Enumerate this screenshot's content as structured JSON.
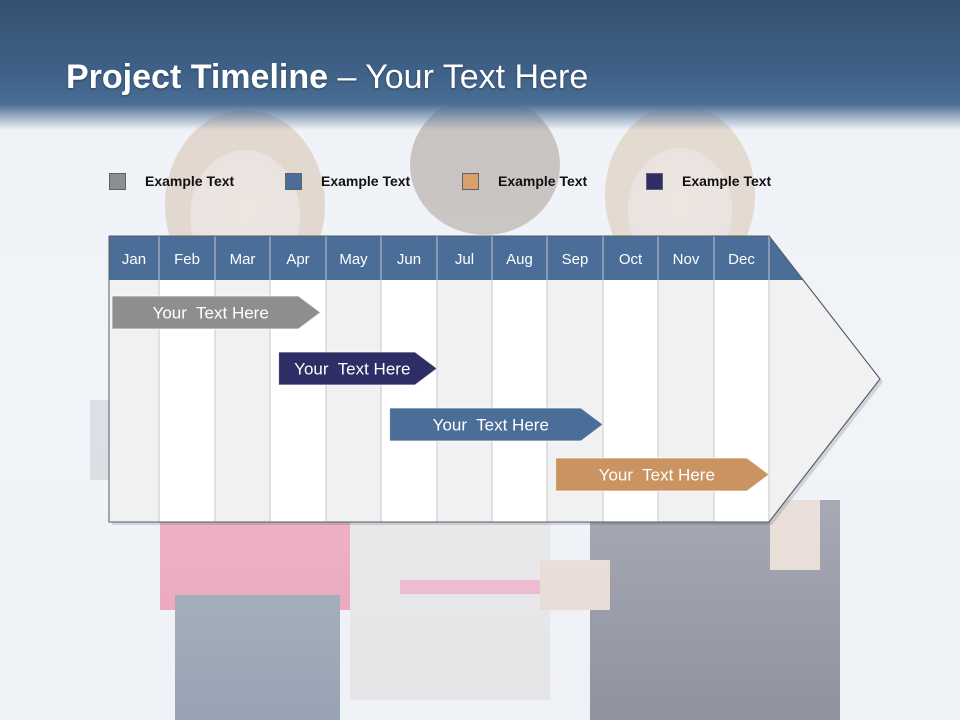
{
  "slide": {
    "title_bold": "Project Timeline",
    "title_rest": " – Your Text Here"
  },
  "colors": {
    "header": "#3f6188",
    "month_band": "#4a6e97",
    "grey_task": "#8e8e8e",
    "navy_task": "#2e2d66",
    "blue_task": "#4a6e97",
    "tan_task": "#c99461"
  },
  "legend": [
    {
      "label": "Example Text",
      "color": "#8e8e8e"
    },
    {
      "label": "Example Text",
      "color": "#4a6e97"
    },
    {
      "label": "Example Text",
      "color": "#d9a06c"
    },
    {
      "label": "Example Text",
      "color": "#2e2d66"
    }
  ],
  "chart_data": {
    "type": "gantt",
    "months": [
      "Jan",
      "Feb",
      "Mar",
      "Apr",
      "May",
      "Jun",
      "Jul",
      "Aug",
      "Sep",
      "Oct",
      "Nov",
      "Dec"
    ],
    "tasks": [
      {
        "label": "Your  Text Here",
        "start": 0.0,
        "end": 3.9,
        "color": "#8e8e8e"
      },
      {
        "label": "Your  Text Here",
        "start": 3.1,
        "end": 6.0,
        "color": "#2e2d66"
      },
      {
        "label": "Your  Text Here",
        "start": 5.1,
        "end": 9.0,
        "color": "#4a6e97"
      },
      {
        "label": "Your  Text Here",
        "start": 8.1,
        "end": 12.0,
        "color": "#c99461"
      }
    ]
  }
}
